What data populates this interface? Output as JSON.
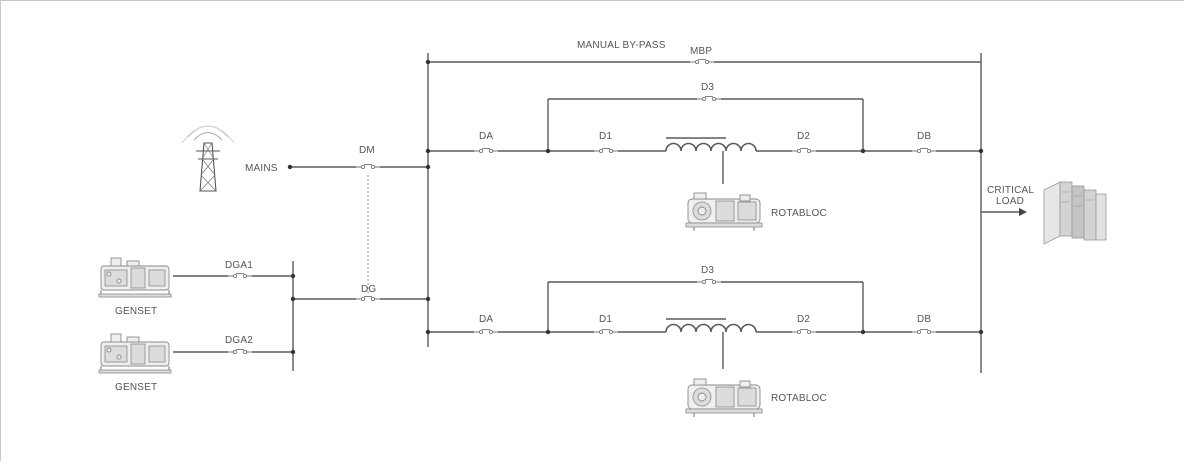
{
  "labels": {
    "manual_bypass": "MANUAL BY-PASS",
    "mbp": "MBP",
    "mains": "MAINS",
    "dm": "DM",
    "dg": "DG",
    "dga1": "DGA1",
    "dga2": "DGA2",
    "genset_1": "GENSET",
    "genset_2": "GENSET",
    "critical_load_line1": "CRITICAL",
    "critical_load_line2": "LOAD",
    "upper": {
      "d3": "D3",
      "da": "DA",
      "d1": "D1",
      "d2": "D2",
      "db": "DB",
      "rotabloc": "ROTABLOC"
    },
    "lower": {
      "d3": "D3",
      "da": "DA",
      "d1": "D1",
      "d2": "D2",
      "db": "DB",
      "rotabloc": "ROTABLOC"
    }
  },
  "icons": {
    "mains": "transmission-tower-icon",
    "genset": "generator-icon",
    "rotabloc": "rotary-ups-icon",
    "critical_load": "server-rack-icon",
    "choke": "inductor-icon",
    "breaker": "circuit-breaker-icon"
  },
  "colors": {
    "line": "#5a5a5a",
    "text": "#555555",
    "dashed_link": "#9a9a9a"
  }
}
